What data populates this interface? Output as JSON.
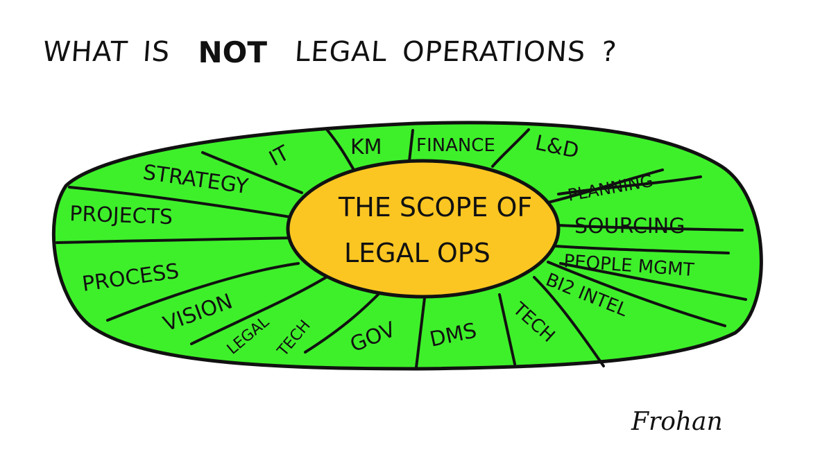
{
  "title": {
    "prefix_1": "WHAT",
    "prefix_2": "IS",
    "highlight": "NOT",
    "suffix_1": "LEGAL",
    "suffix_2": "OPERATIONS",
    "suffix_3": "?",
    "highlight_color": "#f7a676"
  },
  "diagram": {
    "center_label_line1": "THE SCOPE OF",
    "center_label_line2": "LEGAL OPS",
    "outer_color": "#3ef02a",
    "center_color": "#fcc622",
    "stroke_color": "#111111",
    "segments": [
      {
        "label": "STRATEGY"
      },
      {
        "label": "IT"
      },
      {
        "label": "KM"
      },
      {
        "label": "FINANCE"
      },
      {
        "label": "L&D"
      },
      {
        "label": "PLANNING"
      },
      {
        "label": "SOURCING"
      },
      {
        "label": "PEOPLE MGMT"
      },
      {
        "label": "BI2 INTEL"
      },
      {
        "label": "TECH"
      },
      {
        "label": "DMS"
      },
      {
        "label": "GOV"
      },
      {
        "label": "LEGAL"
      },
      {
        "label": "TECH"
      },
      {
        "label": "VISION"
      },
      {
        "label": "PROCESS"
      },
      {
        "label": "PROJECTS"
      }
    ]
  },
  "signature": "Frohan"
}
